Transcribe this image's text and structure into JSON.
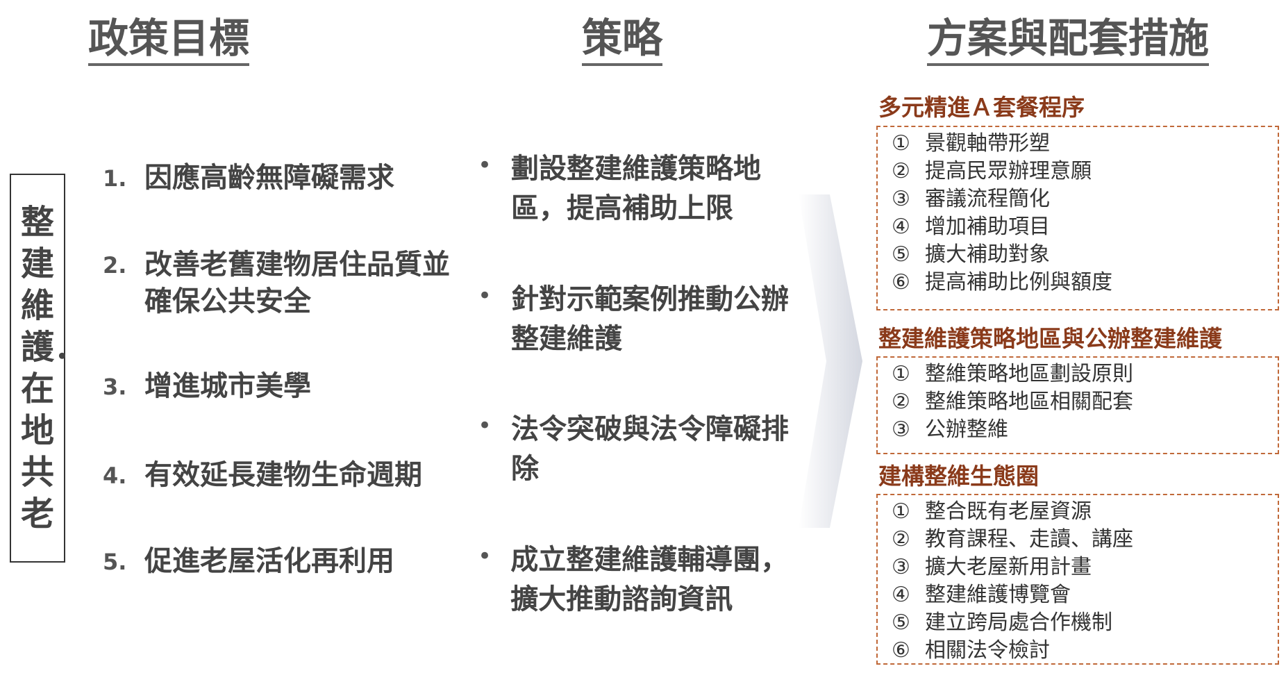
{
  "headers": {
    "goals": "政策目標",
    "strategy": "策略",
    "measures": "方案與配套措施"
  },
  "vertical_label": "整建維護．在地共老",
  "goals": [
    {
      "num": "1.",
      "text": "因應高齡無障礙需求"
    },
    {
      "num": "2.",
      "text": "改善老舊建物居住品質並確保公共安全"
    },
    {
      "num": "3.",
      "text": "增進城市美學"
    },
    {
      "num": "4.",
      "text": "有效延長建物生命週期"
    },
    {
      "num": "5.",
      "text": "促進老屋活化再利用"
    }
  ],
  "strategies": [
    {
      "bullet": "•",
      "text": "劃設整建維護策略地區，提高補助上限"
    },
    {
      "bullet": "•",
      "text": "針對示範案例推動公辦整建維護"
    },
    {
      "bullet": "•",
      "text": "法令突破與法令障礙排除"
    },
    {
      "bullet": "•",
      "text": "成立整建維護輔導團，擴大推動諮詢資訊"
    }
  ],
  "groups": [
    {
      "title": "多元精進Ａ套餐程序",
      "items": [
        {
          "num": "①",
          "text": "景觀軸帶形塑"
        },
        {
          "num": "②",
          "text": "提高民眾辦理意願"
        },
        {
          "num": "③",
          "text": "審議流程簡化"
        },
        {
          "num": "④",
          "text": "增加補助項目"
        },
        {
          "num": "⑤",
          "text": "擴大補助對象"
        },
        {
          "num": "⑥",
          "text": "提高補助比例與額度"
        }
      ]
    },
    {
      "title": "整建維護策略地區與公辦整建維護",
      "items": [
        {
          "num": "①",
          "text": "整維策略地區劃設原則"
        },
        {
          "num": "②",
          "text": "整維策略地區相關配套"
        },
        {
          "num": "③",
          "text": "公辦整維"
        }
      ]
    },
    {
      "title": "建構整維生態圈",
      "items": [
        {
          "num": "①",
          "text": "整合既有老屋資源"
        },
        {
          "num": "②",
          "text": "教育課程、走讀、講座"
        },
        {
          "num": "③",
          "text": "擴大老屋新用計畫"
        },
        {
          "num": "④",
          "text": "整建維護博覽會"
        },
        {
          "num": "⑤",
          "text": "建立跨局處合作機制"
        },
        {
          "num": "⑥",
          "text": "相關法令檢討"
        }
      ]
    }
  ],
  "colors": {
    "header_text": "#555555",
    "group_title": "#8a3a1a",
    "group_border": "#c06838",
    "chevron_gradient_start": "#ffffff",
    "chevron_gradient_end": "#d4d7e0"
  }
}
